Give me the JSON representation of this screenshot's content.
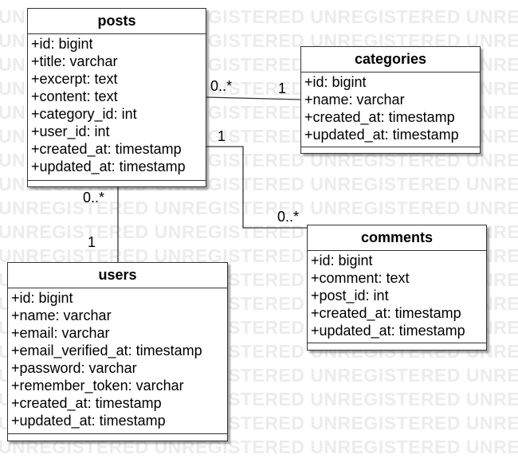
{
  "watermark": "UNREGISTERED UNREGISTERED UNREGISTERED UNREGISTERED",
  "classes": {
    "posts": {
      "name": "posts",
      "attributes": [
        "+id: bigint",
        "+title: varchar",
        "+excerpt: text",
        "+content: text",
        "+category_id: int",
        "+user_id: int",
        "+created_at: timestamp",
        "+updated_at: timestamp"
      ]
    },
    "categories": {
      "name": "categories",
      "attributes": [
        "+id: bigint",
        "+name: varchar",
        "+created_at: timestamp",
        "+updated_at: timestamp"
      ]
    },
    "comments": {
      "name": "comments",
      "attributes": [
        "+id: bigint",
        "+comment: text",
        "+post_id: int",
        "+created_at: timestamp",
        "+updated_at: timestamp"
      ]
    },
    "users": {
      "name": "users",
      "attributes": [
        "+id: bigint",
        "+name: varchar",
        "+email: varchar",
        "+email_verified_at: timestamp",
        "+password: varchar",
        "+remember_token: varchar",
        "+created_at: timestamp",
        "+updated_at: timestamp"
      ]
    }
  },
  "relations": {
    "posts_categories": {
      "from_mult": "0..*",
      "to_mult": "1"
    },
    "posts_comments": {
      "from_mult": "1",
      "to_mult": "0..*"
    },
    "posts_users": {
      "from_mult": "0..*",
      "to_mult": "1"
    }
  },
  "colors": {
    "border": "#333333",
    "watermark": "#ececec",
    "background": "#ffffff"
  }
}
